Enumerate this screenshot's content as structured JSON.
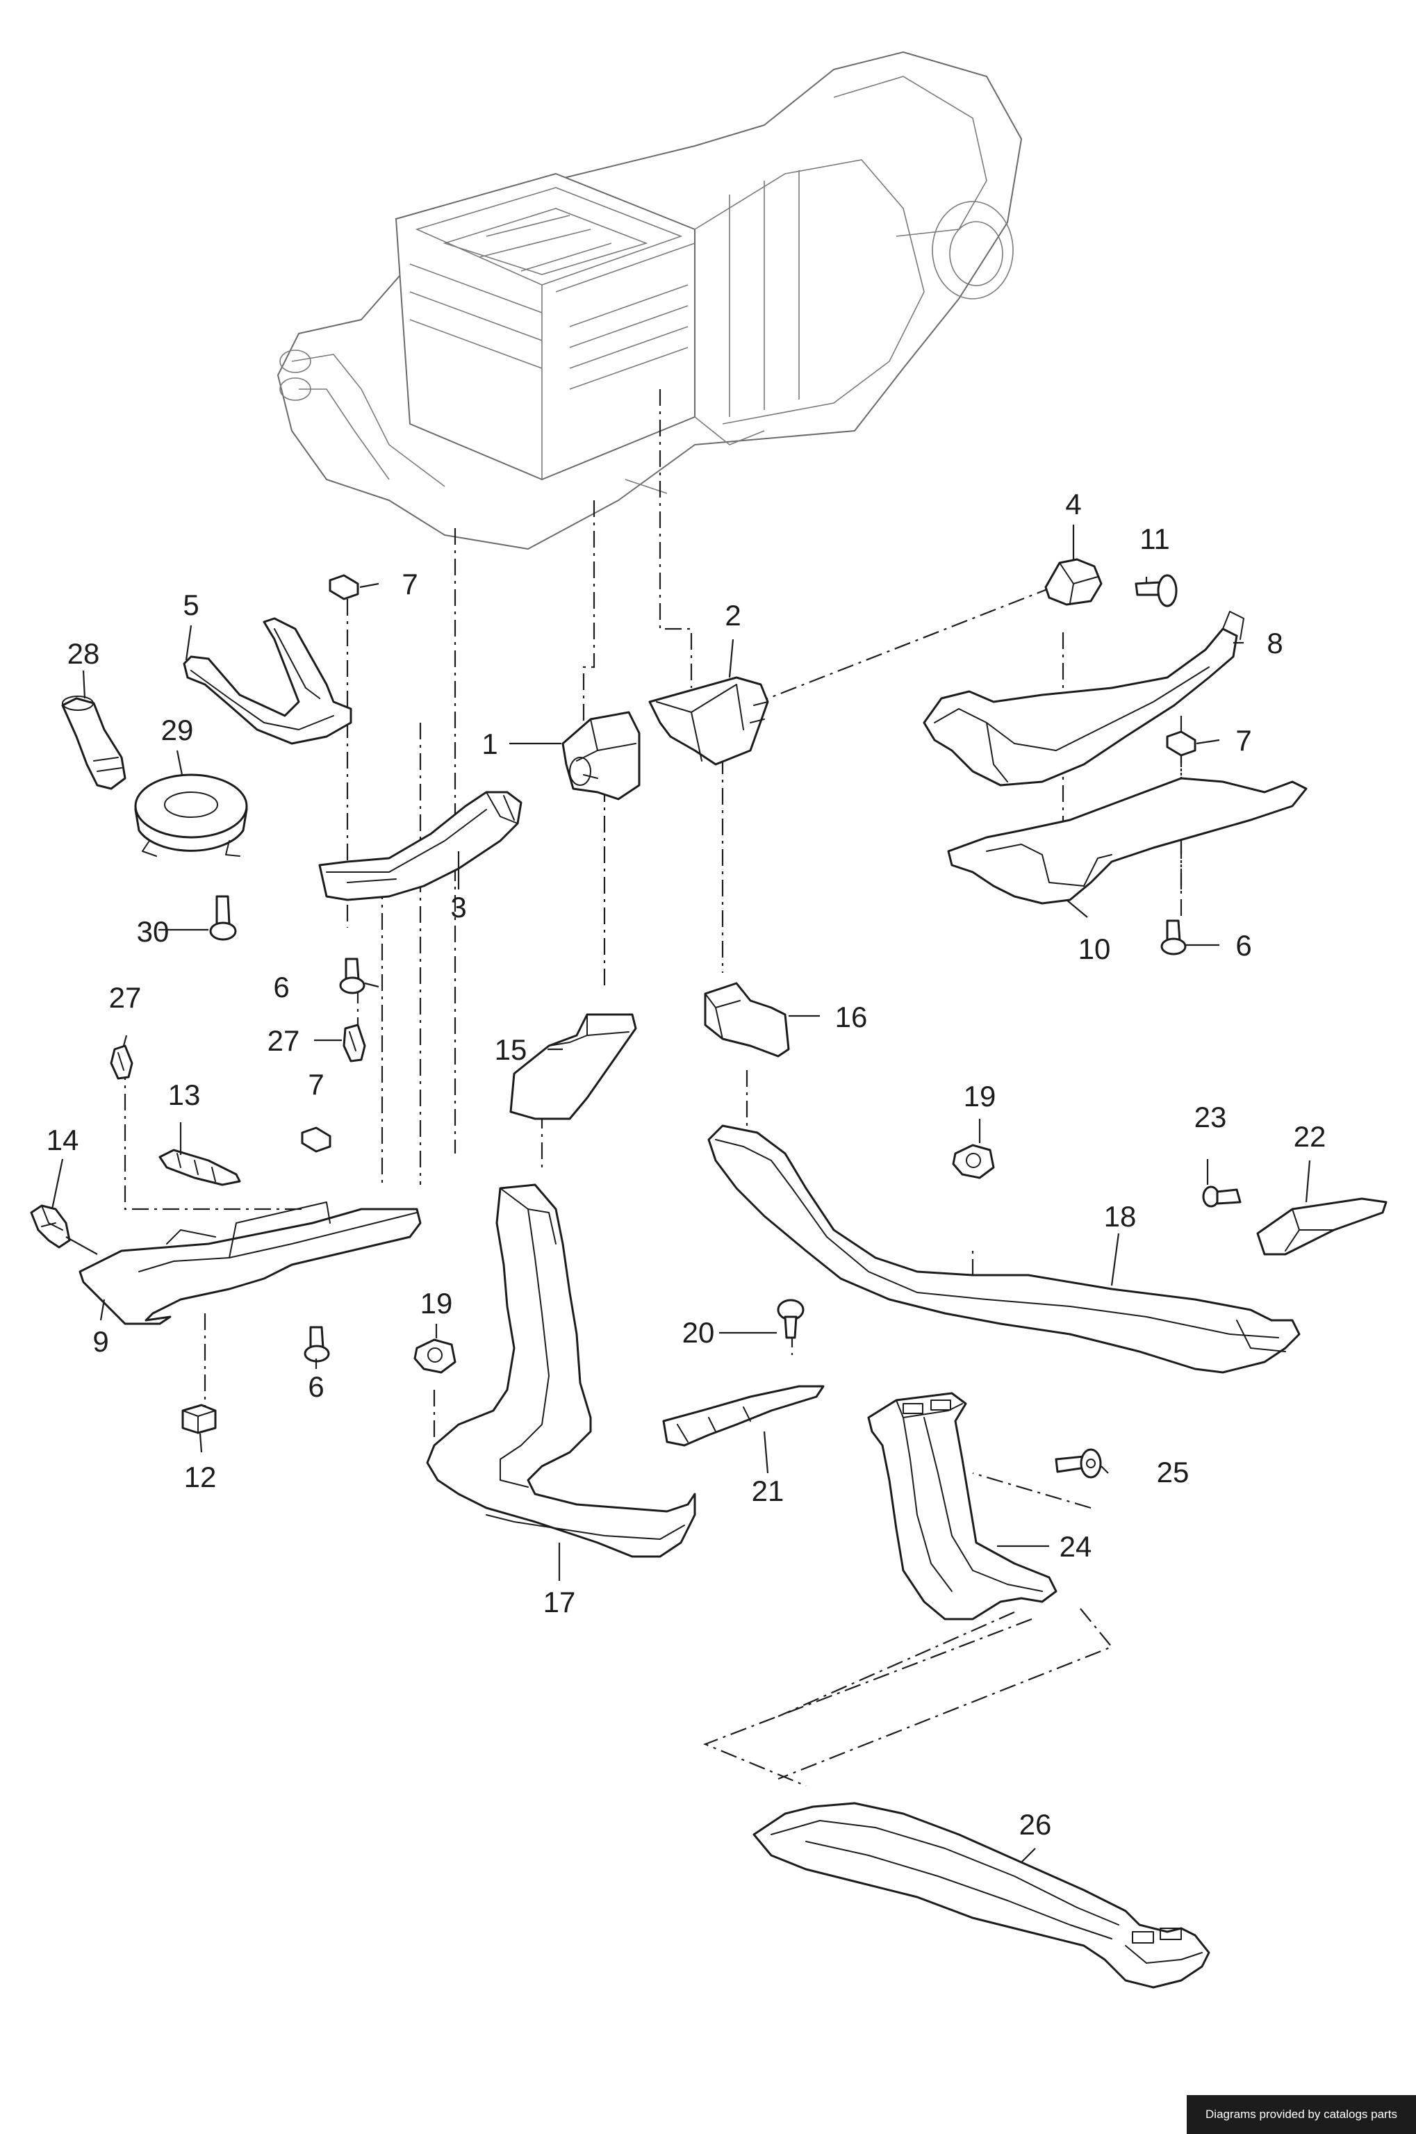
{
  "callouts": [
    "1",
    "2",
    "3",
    "4",
    "5",
    "6",
    "7",
    "8",
    "9",
    "10",
    "11",
    "12",
    "13",
    "14",
    "15",
    "16",
    "17",
    "18",
    "19",
    "20",
    "21",
    "22",
    "23",
    "24",
    "25",
    "26",
    "27",
    "28",
    "29",
    "30"
  ],
  "footer": {
    "credit": "Diagrams provided by catalogs parts"
  }
}
